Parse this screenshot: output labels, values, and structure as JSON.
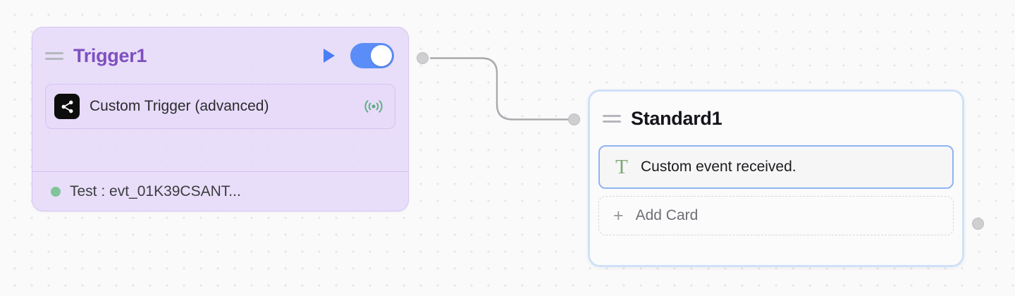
{
  "canvas": {
    "background_color": "#fafafa",
    "grid_dot_color": "#e6e6e8"
  },
  "trigger_node": {
    "title": "Trigger1",
    "title_color": "#7e4fc0",
    "card_color": "#e4d8f9",
    "drag_handle_icon": "drag-handle-icon",
    "run_button_icon": "play-icon",
    "run_button_color": "#4a7ef5",
    "toggle": {
      "state": "on",
      "color": "#5b8df8"
    },
    "action": {
      "label": "Custom Trigger (advanced)",
      "app_icon": "share-nodes-icon",
      "app_icon_color": "#0d0d0d",
      "status_icon": "broadcast-icon",
      "status_icon_color": "#5aad80"
    },
    "status": {
      "dot_color": "#7fc49a",
      "text": "Test : evt_01K39CSANT..."
    }
  },
  "standard_node": {
    "title": "Standard1",
    "title_color": "#14151a",
    "selected_border_color": "#cfe0f8",
    "drag_handle_icon": "drag-handle-icon",
    "cards": [
      {
        "icon": "text-t-icon",
        "icon_color": "#7fa776",
        "label": "Custom event received."
      }
    ],
    "add_card": {
      "icon": "plus-icon",
      "label": "Add Card"
    }
  },
  "connection": {
    "from_port": "trigger-output-port",
    "to_port": "standard-input-port",
    "line_color": "#a9a9ae",
    "port_color": "#cfcfd2"
  },
  "ports": [
    {
      "name": "trigger-output-port"
    },
    {
      "name": "standard-input-port"
    },
    {
      "name": "standard-output-port"
    }
  ]
}
